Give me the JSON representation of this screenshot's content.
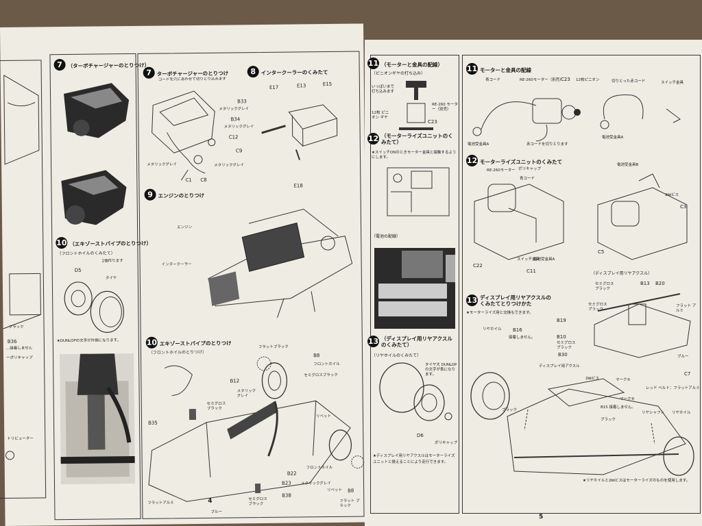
{
  "page_numbers": {
    "left": "4",
    "right": "5"
  },
  "left_sheet": {
    "strip": {
      "b36": "B36",
      "black": "ブラック",
      "no_glue": "…接着しません",
      "poly_cap": "ーポリキャップ",
      "distributor": "トリビューター"
    },
    "col_a": {
      "step7_num": "7",
      "step7_title": "（ターボチャージャーのとりつけ）",
      "step10_num": "10",
      "step10_title": "（エキゾーストパイプのとりつけ）",
      "step10_sub": "（フロントホイルのくみたて）",
      "make_two": "2個作ります",
      "d5": "D5",
      "tire": "タイヤ",
      "dunlop_note": "★DUNLOPの文字が外側になります。"
    },
    "col_b": {
      "step7_num": "7",
      "step7_title": "ターボチャージャーのとりつけ",
      "step7_note": "コードを穴にあわせて切りとり込みます",
      "b33": "B33",
      "metallic_gray": "メタリックグレイ",
      "b34": "B34",
      "metallic_gray2": "メタリックグレイ",
      "c12": "C12",
      "c9": "C9",
      "metallic_gray3": "メタリックグレイ",
      "metallic_gray4": "メタリックグレイ",
      "c1": "C1",
      "c8": "C8",
      "step8_num": "8",
      "step8_title": "インタークーラーのくみたて",
      "e17": "E17",
      "e13": "E13",
      "e15": "E15",
      "e18": "E18",
      "step9_num": "9",
      "step9_title": "エンジンのとりつけ",
      "engine": "エンジン",
      "intercooler": "インタークーラー",
      "step10_num": "10",
      "step10_title": "エキゾーストパイプのとりつけ",
      "step10_sub": "（フロントホイルのとりつけ）",
      "flat_black": "フラットブラック",
      "b8": "B8",
      "front_wheel": "フロントホイル",
      "semi_gloss_black": "セミグロスブラック",
      "b12": "B12",
      "metallic_gray_b12": "メタリック グレイ",
      "semi_gloss_black2": "セミグロス ブラック",
      "b35": "B35",
      "rivet": "リベット",
      "front_wheel2": "フロントホイル",
      "b22": "B22",
      "b23": "B23",
      "metallic_gray5": "メタリックグレイ",
      "b38": "B38",
      "semi_gloss_black3": "セミグロス ブラック",
      "flat_alu": "フラットアルミ",
      "blue": "ブルー",
      "rivet2": "リベット",
      "b8b": "B8",
      "flat_black2": "フラット ブラック"
    }
  },
  "right_sheet": {
    "col_c": {
      "step11_num": "11",
      "step11_title": "（モーターと金具の配線）",
      "step11_sub": "（ピニオンギヤの打ち込み）",
      "press_note": "いっぱいまで 打ち込みます",
      "re260": "RE-260 モーター（別売）",
      "pinion12": "12枚 ピニオン ギヤ",
      "c23": "C23",
      "step12_num": "12",
      "step12_title": "（モーターライズユニットのくみたて）",
      "switch_note": "★スイッチONのときモーター金具と接触するようにします。",
      "battery_wiring": "（電池の配線）",
      "step13_num": "13",
      "step13_title": "（ディスプレイ用リヤアクスルのくみたて）",
      "step13_sub": "（リヤホイルのくみたて）",
      "tire_dunlop": "タイヤ大 DUNLOPの文字が表になります。",
      "d6": "D6",
      "poly_cap": "ポリキャップ",
      "display_note": "★ディスプレイ用リヤアクスルはモーターライズユニットと換えることにより走行できます。"
    },
    "col_d": {
      "step11_num": "11",
      "step11_title": "モーターと金具の配線",
      "blue_cord": "青コード",
      "re260_opt": "RE-260モーター（別売）",
      "c23": "C23",
      "pinion12": "12枚ピニオン",
      "cut_red": "切りとった赤コード",
      "switch_plate": "スイッチ金具",
      "battery_plate_a": "電池受金具A",
      "red_cord_cut": "赤コードを切りとります",
      "battery_plate_a2": "電池受金具A",
      "step12_num": "12",
      "step12_title": "モーターライズユニットのくみたて",
      "re260b": "RE-260モーター",
      "poly_cap": "ポリキャップ",
      "blue_cord2": "青コード",
      "battery_plate_b": "電池受金具B",
      "two_mm_screw": "2㎜ビス",
      "c3": "C3",
      "switch_plate2": "スイッチ金具",
      "battery_plate_a3": "電池受金具A",
      "c22": "C22",
      "c11": "C11",
      "c5": "C5",
      "step13_num": "13",
      "step13_title": "ディスプレイ用リヤアクスルの くみたてとりつけかた",
      "step13_note": "★モーターライズ用と交換もできます。",
      "display_rear_axle": "（ディスプレイ用リヤアクスル）",
      "semi_gloss_black": "セミグロス ブラック",
      "b13": "B13",
      "b20": "B20",
      "semi_gloss_black2": "セミグロス ブラック",
      "flat_alu": "フラット アルミ",
      "b19": "B19",
      "b10": "B10",
      "semi_gloss_black3": "セミグロス ブラック",
      "b30": "B30",
      "blue": "ブルー",
      "rear_wheel": "リヤホイル",
      "b16": "B16",
      "no_glue": "接着しません。",
      "display_axle": "ディスプレイ用アクスル",
      "two_mm_screw2": "2㎜ビス",
      "mark_label": "マーク⑤",
      "mark_label2": "マーク⑨",
      "red_belt": "レッド ベルト：フラットアルミ",
      "c7": "C7",
      "black": "ブラック",
      "b15": "B15 接着しません。",
      "black2": "ブラック",
      "rear_shaft": "リヤシャフト",
      "rear_wheel2": "リヤホイル",
      "bottom_note": "★リヤホイルと2㎜ビスはモーターライズのものを使用します。"
    }
  },
  "colors": {
    "paper": "#efece4",
    "ink": "#1a1a1a",
    "table": "#6b5a47"
  }
}
